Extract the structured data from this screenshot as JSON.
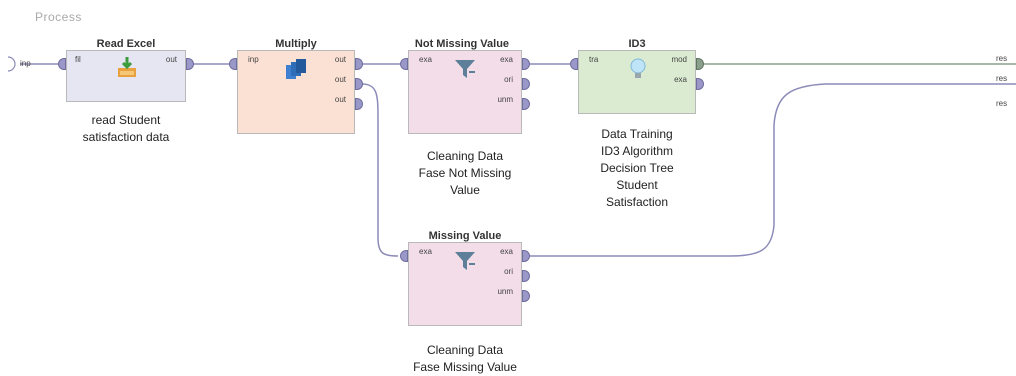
{
  "canvas": {
    "title": "Process"
  },
  "process_ports": {
    "input": "inp",
    "outputs": [
      "res",
      "res",
      "res"
    ]
  },
  "operators": {
    "read_excel": {
      "title": "Read Excel",
      "ports_in": [
        "fil"
      ],
      "ports_out": [
        "out"
      ],
      "note": [
        "read Student",
        "satisfaction data"
      ]
    },
    "multiply": {
      "title": "Multiply",
      "ports_in": [
        "inp"
      ],
      "ports_out": [
        "out",
        "out",
        "out"
      ]
    },
    "not_missing_value": {
      "title": "Not Missing Value",
      "ports_in": [
        "exa"
      ],
      "ports_out": [
        "exa",
        "ori",
        "unm"
      ],
      "note": [
        "Cleaning Data",
        "Fase Not Missing",
        "Value"
      ]
    },
    "id3": {
      "title": "ID3",
      "ports_in": [
        "tra"
      ],
      "ports_out": [
        "mod",
        "exa"
      ],
      "note": [
        "Data Training",
        "ID3 Algorithm",
        "Decision Tree",
        "Student",
        "Satisfaction"
      ]
    },
    "missing_value": {
      "title": "Missing Value",
      "ports_in": [
        "exa"
      ],
      "ports_out": [
        "exa",
        "ori",
        "unm"
      ],
      "note": [
        "Cleaning Data",
        "Fase Missing Value"
      ]
    }
  },
  "colors": {
    "read_excel_bg": "#e6e5f2",
    "multiply_bg": "#fbe1d3",
    "filter_bg": "#f3dde9",
    "id3_bg": "#dbebd1",
    "wire": "#8c8bb8",
    "model_wire": "#8aa08c"
  }
}
